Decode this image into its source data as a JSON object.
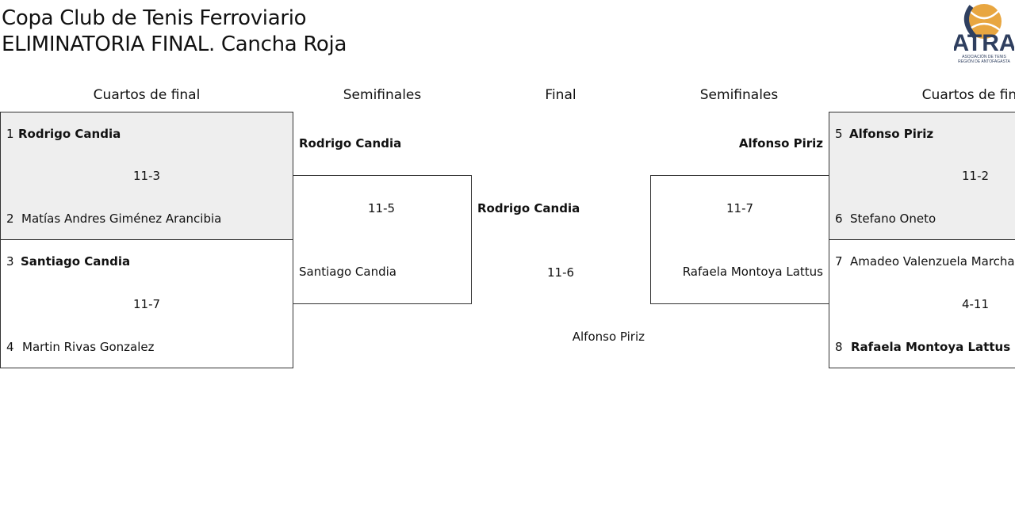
{
  "tournament": {
    "title": "Copa Club de Tenis Ferroviario",
    "subtitle": "ELIMINATORIA FINAL. Cancha Roja"
  },
  "logo": {
    "name": "ATRA",
    "tagline_1": "ASOCIACIÓN DE TENIS",
    "tagline_2": "REGIÓN DE ANTOFAGASTA",
    "icon": "tennis-ball-icon",
    "colors": {
      "navy": "#2f3f5f",
      "gold": "#e8a640"
    }
  },
  "headers": {
    "quarters_left": "Cuartos de final",
    "semis_left": "Semifinales",
    "final": "Final",
    "semis_right": "Semifinales",
    "quarters_right": "Cuartos de final"
  },
  "quarters": [
    {
      "top": {
        "seed": "1",
        "name": "Rodrigo Candia",
        "winner": true
      },
      "score": "11-3",
      "bottom": {
        "seed": "2",
        "name": "Matías Andres Giménez Arancibia",
        "winner": false
      }
    },
    {
      "top": {
        "seed": "3",
        "name": "Santiago Candia",
        "winner": true
      },
      "score": "11-7",
      "bottom": {
        "seed": "4",
        "name": "Martin Rivas Gonzalez",
        "winner": false
      }
    },
    {
      "top": {
        "seed": "5",
        "name": "Alfonso Piriz",
        "winner": true
      },
      "score": "11-2",
      "bottom": {
        "seed": "6",
        "name": "Stefano Oneto",
        "winner": false
      }
    },
    {
      "top": {
        "seed": "7",
        "name": "Amadeo Valenzuela Marchant",
        "winner": false
      },
      "score": "4-11",
      "bottom": {
        "seed": "8",
        "name": "Rafaela Montoya Lattus",
        "winner": true
      }
    }
  ],
  "semis": [
    {
      "top": {
        "name": "Rodrigo Candia",
        "winner": true
      },
      "score": "11-5",
      "bottom": {
        "name": "Santiago Candia",
        "winner": false
      }
    },
    {
      "top": {
        "name": "Alfonso Piriz",
        "winner": true
      },
      "score": "11-7",
      "bottom": {
        "name": "Rafaela Montoya Lattus",
        "winner": false
      }
    }
  ],
  "final": {
    "top": {
      "name": "Rodrigo Candia",
      "winner": true
    },
    "score": "11-6",
    "bottom": {
      "name": "Alfonso Piriz",
      "winner": false
    }
  }
}
